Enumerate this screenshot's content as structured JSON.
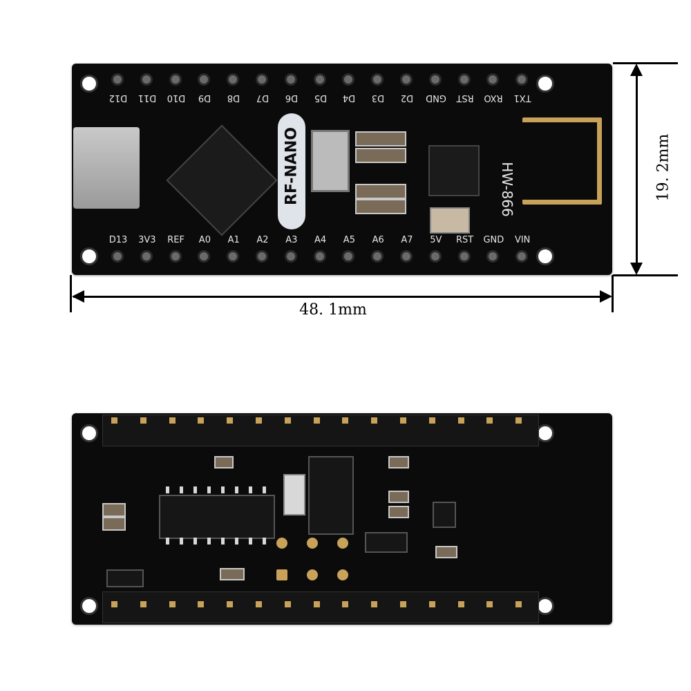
{
  "dimensions": {
    "width_label": "48. 1mm",
    "height_label": "19. 2mm"
  },
  "board_top": {
    "brand_label": "RF-NANO",
    "module_label": "HW-866",
    "top_pins": [
      "D12",
      "D11",
      "D10",
      "D9",
      "D8",
      "D7",
      "D6",
      "D5",
      "D4",
      "D3",
      "D2",
      "GND",
      "RST",
      "RXO",
      "TX1"
    ],
    "bottom_pins": [
      "D13",
      "3V3",
      "REF",
      "A0",
      "A1",
      "A2",
      "A3",
      "A4",
      "A5",
      "A6",
      "A7",
      "5V",
      "RST",
      "GND",
      "VIN"
    ]
  },
  "colors": {
    "pcb": "#0b0b0b",
    "antenna_gold": "#c9a25a",
    "silkscreen": "#e8e8e8",
    "background": "#ffffff"
  }
}
